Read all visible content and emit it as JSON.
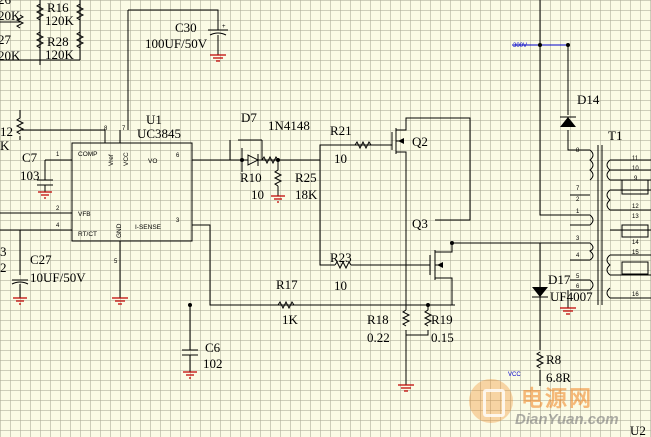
{
  "schematic": {
    "components": {
      "U1": {
        "ref": "U1",
        "value": "UC3845",
        "pins": {
          "comp": "COMP",
          "vref": "Vref",
          "vcc": "VCC",
          "vo": "VO",
          "vfb": "VFB",
          "rtct": "RT/CT",
          "gnd": "GND",
          "isense": "I-SENSE"
        }
      },
      "R16": {
        "ref": "R16",
        "value": "120K"
      },
      "R26": {
        "ref": "26",
        "value": "20K"
      },
      "R27": {
        "ref": "27",
        "value": "20K"
      },
      "R28": {
        "ref": "R28",
        "value": "120K"
      },
      "C30": {
        "ref": "C30",
        "value": "100UF/50V"
      },
      "R12": {
        "ref": "12",
        "value": "K"
      },
      "C7": {
        "ref": "C7",
        "value": "103"
      },
      "C27": {
        "ref": "C27",
        "value": "10UF/50V"
      },
      "C3x": {
        "ref": "3",
        "value": "2"
      },
      "D7": {
        "ref": "D7",
        "value": "1N4148"
      },
      "R10": {
        "ref": "R10",
        "value": "10"
      },
      "R25": {
        "ref": "R25",
        "value": "18K"
      },
      "R21": {
        "ref": "R21",
        "value": "10"
      },
      "R23": {
        "ref": "R23",
        "value": "10"
      },
      "Q2": {
        "ref": "Q2"
      },
      "Q3": {
        "ref": "Q3"
      },
      "R17": {
        "ref": "R17",
        "value": "1K"
      },
      "C6": {
        "ref": "C6",
        "value": "102"
      },
      "R18": {
        "ref": "R18",
        "value": "0.22"
      },
      "R19": {
        "ref": "R19",
        "value": "0.15"
      },
      "D14": {
        "ref": "D14"
      },
      "D17": {
        "ref": "D17",
        "value": "UF4007"
      },
      "T1": {
        "ref": "T1"
      },
      "R8": {
        "ref": "R8",
        "value": "6.8R"
      },
      "U2": {
        "ref": "U2"
      }
    },
    "nets": {
      "hv": "300V",
      "vcc": "VCC"
    },
    "pin_numbers": {
      "u1": [
        "1",
        "2",
        "4",
        "5",
        "3",
        "6",
        "7",
        "8"
      ],
      "t1_primary": [
        "8",
        "7",
        "2",
        "1",
        "3",
        "4",
        "5",
        "6"
      ],
      "t1_secondary": [
        "11",
        "10",
        "9",
        "12",
        "13",
        "14",
        "15",
        "16"
      ]
    }
  },
  "watermark": {
    "cn": "电源网",
    "en": "DianYuan.com"
  }
}
